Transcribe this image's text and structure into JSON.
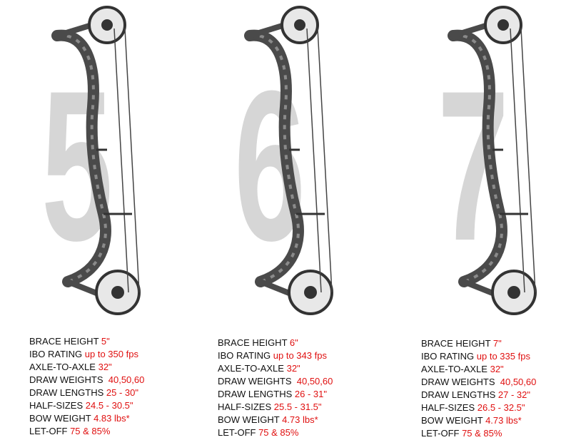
{
  "models": [
    {
      "number": "5",
      "specs": [
        {
          "label": "BRACE HEIGHT",
          "value": "5\""
        },
        {
          "label": "IBO RATING",
          "value": "up to 350 fps"
        },
        {
          "label": "AXLE-TO-AXLE",
          "value": "32\""
        },
        {
          "label": "DRAW WEIGHTS",
          "value": " 40,50,60"
        },
        {
          "label": "DRAW LENGTHS",
          "value": "25 - 30\""
        },
        {
          "label": "HALF-SIZES",
          "value": "24.5 - 30.5\""
        },
        {
          "label": "BOW WEIGHT",
          "value": "4.83 lbs*"
        },
        {
          "label": "LET-OFF",
          "value": "75 & 85%"
        }
      ]
    },
    {
      "number": "6",
      "specs": [
        {
          "label": "BRACE HEIGHT",
          "value": "6\""
        },
        {
          "label": "IBO RATING",
          "value": "up to 343 fps"
        },
        {
          "label": "AXLE-TO-AXLE",
          "value": "32\""
        },
        {
          "label": "DRAW WEIGHTS",
          "value": " 40,50,60"
        },
        {
          "label": "DRAW LENGTHS",
          "value": "26 - 31\""
        },
        {
          "label": "HALF-SIZES",
          "value": "25.5 - 31.5\""
        },
        {
          "label": "BOW WEIGHT",
          "value": "4.73 lbs*"
        },
        {
          "label": "LET-OFF",
          "value": "75 & 85%"
        }
      ]
    },
    {
      "number": "7",
      "specs": [
        {
          "label": "BRACE HEIGHT",
          "value": "7\""
        },
        {
          "label": "IBO RATING",
          "value": "up to 335 fps"
        },
        {
          "label": "AXLE-TO-AXLE",
          "value": "32\""
        },
        {
          "label": "DRAW WEIGHTS",
          "value": " 40,50,60"
        },
        {
          "label": "DRAW LENGTHS",
          "value": "27 - 32\""
        },
        {
          "label": "HALF-SIZES",
          "value": "26.5 - 32.5\""
        },
        {
          "label": "BOW WEIGHT",
          "value": "4.73 lbs*"
        },
        {
          "label": "LET-OFF",
          "value": "75 & 85%"
        }
      ]
    }
  ],
  "colors": {
    "spec_value": "#e01010",
    "spec_label": "#111111",
    "big_number": "#d6d6d6",
    "bow_body": "#5a5a5a"
  }
}
